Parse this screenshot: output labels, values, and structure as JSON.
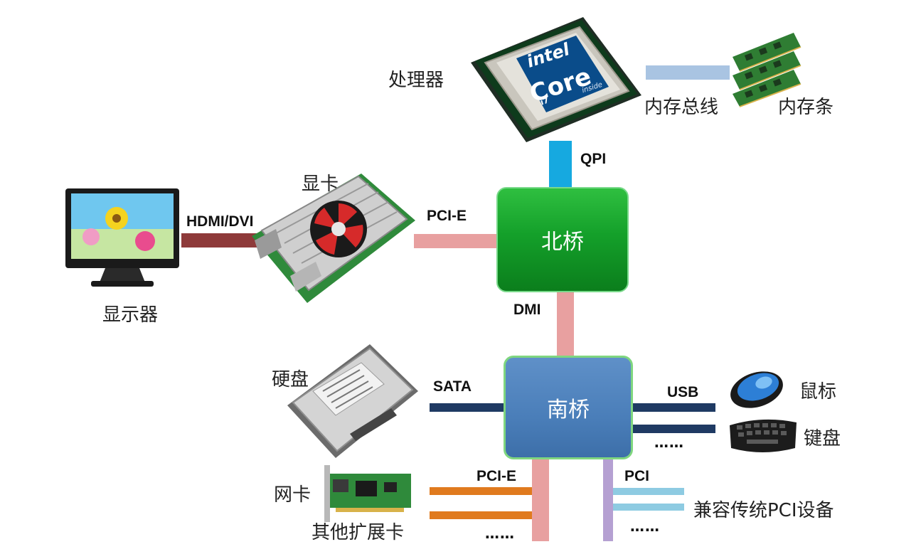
{
  "nodes": {
    "cpu_label": "处理器",
    "memory_bus_label": "内存总线",
    "memory_label": "内存条",
    "gpu_label": "显卡",
    "monitor_label": "显示器",
    "north_bridge": "北桥",
    "south_bridge": "南桥",
    "hdd_label": "硬盘",
    "mouse_label": "鼠标",
    "keyboard_label": "键盘",
    "nic_label": "网卡",
    "other_cards_label": "其他扩展卡",
    "pci_devices_label": "兼容传统PCI设备"
  },
  "buses": {
    "qpi": "QPI",
    "pcie_gpu": "PCI-E",
    "hdmi": "HDMI/DVI",
    "dmi": "DMI",
    "sata": "SATA",
    "usb": "USB",
    "usb_more": "……",
    "pcie_south": "PCI-E",
    "pcie_more": "……",
    "pci": "PCI",
    "pci_more": "……"
  },
  "logos": {
    "cpu_brand": "intel",
    "cpu_model": "Core",
    "cpu_tier": "i7",
    "cpu_inside": "inside"
  },
  "colors": {
    "qpi": "#16a9e0",
    "pcie_gpu": "#e8a0a0",
    "hdmi": "#8e3a3a",
    "dmi": "#e8a0a0",
    "memory_bus": "#a9c4e2",
    "sata_usb": "#1f3a63",
    "pcie_south_lines": "#e07a1e",
    "pcie_south_trunk": "#e8a0a0",
    "pci_lines": "#8ecbe2",
    "pci_trunk": "#b5a0d2",
    "north_bridge": "#14a02a",
    "south_bridge": "#4a7eb9"
  }
}
